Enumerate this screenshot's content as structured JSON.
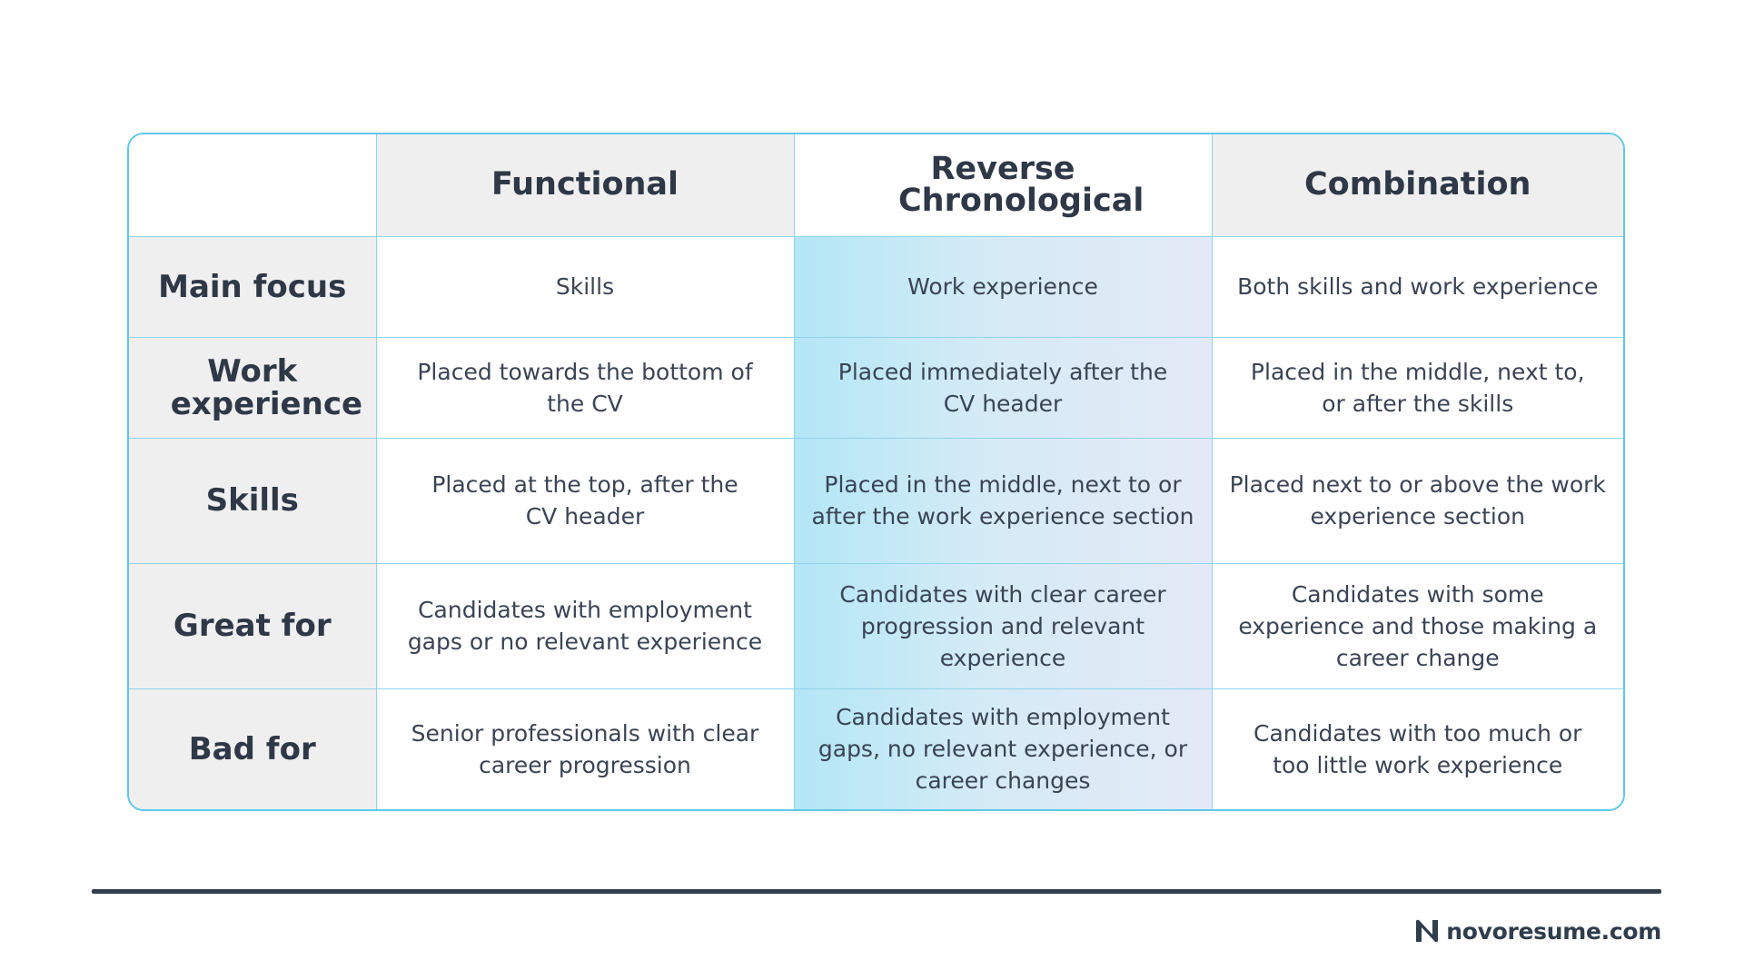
{
  "table": {
    "columns": [
      "",
      "Functional",
      "Reverse Chronological",
      "Combination"
    ],
    "rows": [
      {
        "label": "Main focus",
        "cells": [
          "Skills",
          "Work experience",
          "Both skills and work experience"
        ]
      },
      {
        "label": "Work experience",
        "cells": [
          "Placed towards the bottom of the CV",
          "Placed immediately after the CV header",
          "Placed in the middle, next to, or after the skills"
        ]
      },
      {
        "label": "Skills",
        "cells": [
          "Placed at the top, after the CV header",
          "Placed in the middle, next to or after the work experience section",
          "Placed next to or above the work experience section"
        ]
      },
      {
        "label": "Great for",
        "cells": [
          "Candidates with employment gaps or no relevant experience",
          "Candidates with clear career progression and relevant experience",
          "Candidates with some experience and those making a career change"
        ]
      },
      {
        "label": "Bad for",
        "cells": [
          "Senior professionals with clear career progression",
          "Candidates with employment gaps, no relevant experience, or career changes",
          "Candidates with too much or too little work experience"
        ]
      }
    ],
    "highlight_column": "Reverse Chronological"
  },
  "footer": {
    "brand_text": "novoresume.com",
    "brand_icon": "novoresume-n-logo"
  },
  "colors": {
    "border": "#5fc8e8",
    "header_bg": "#efefef",
    "highlight_from": "#b3e6f6",
    "highlight_to": "#e4e9f7",
    "text": "#2f3a4a"
  }
}
